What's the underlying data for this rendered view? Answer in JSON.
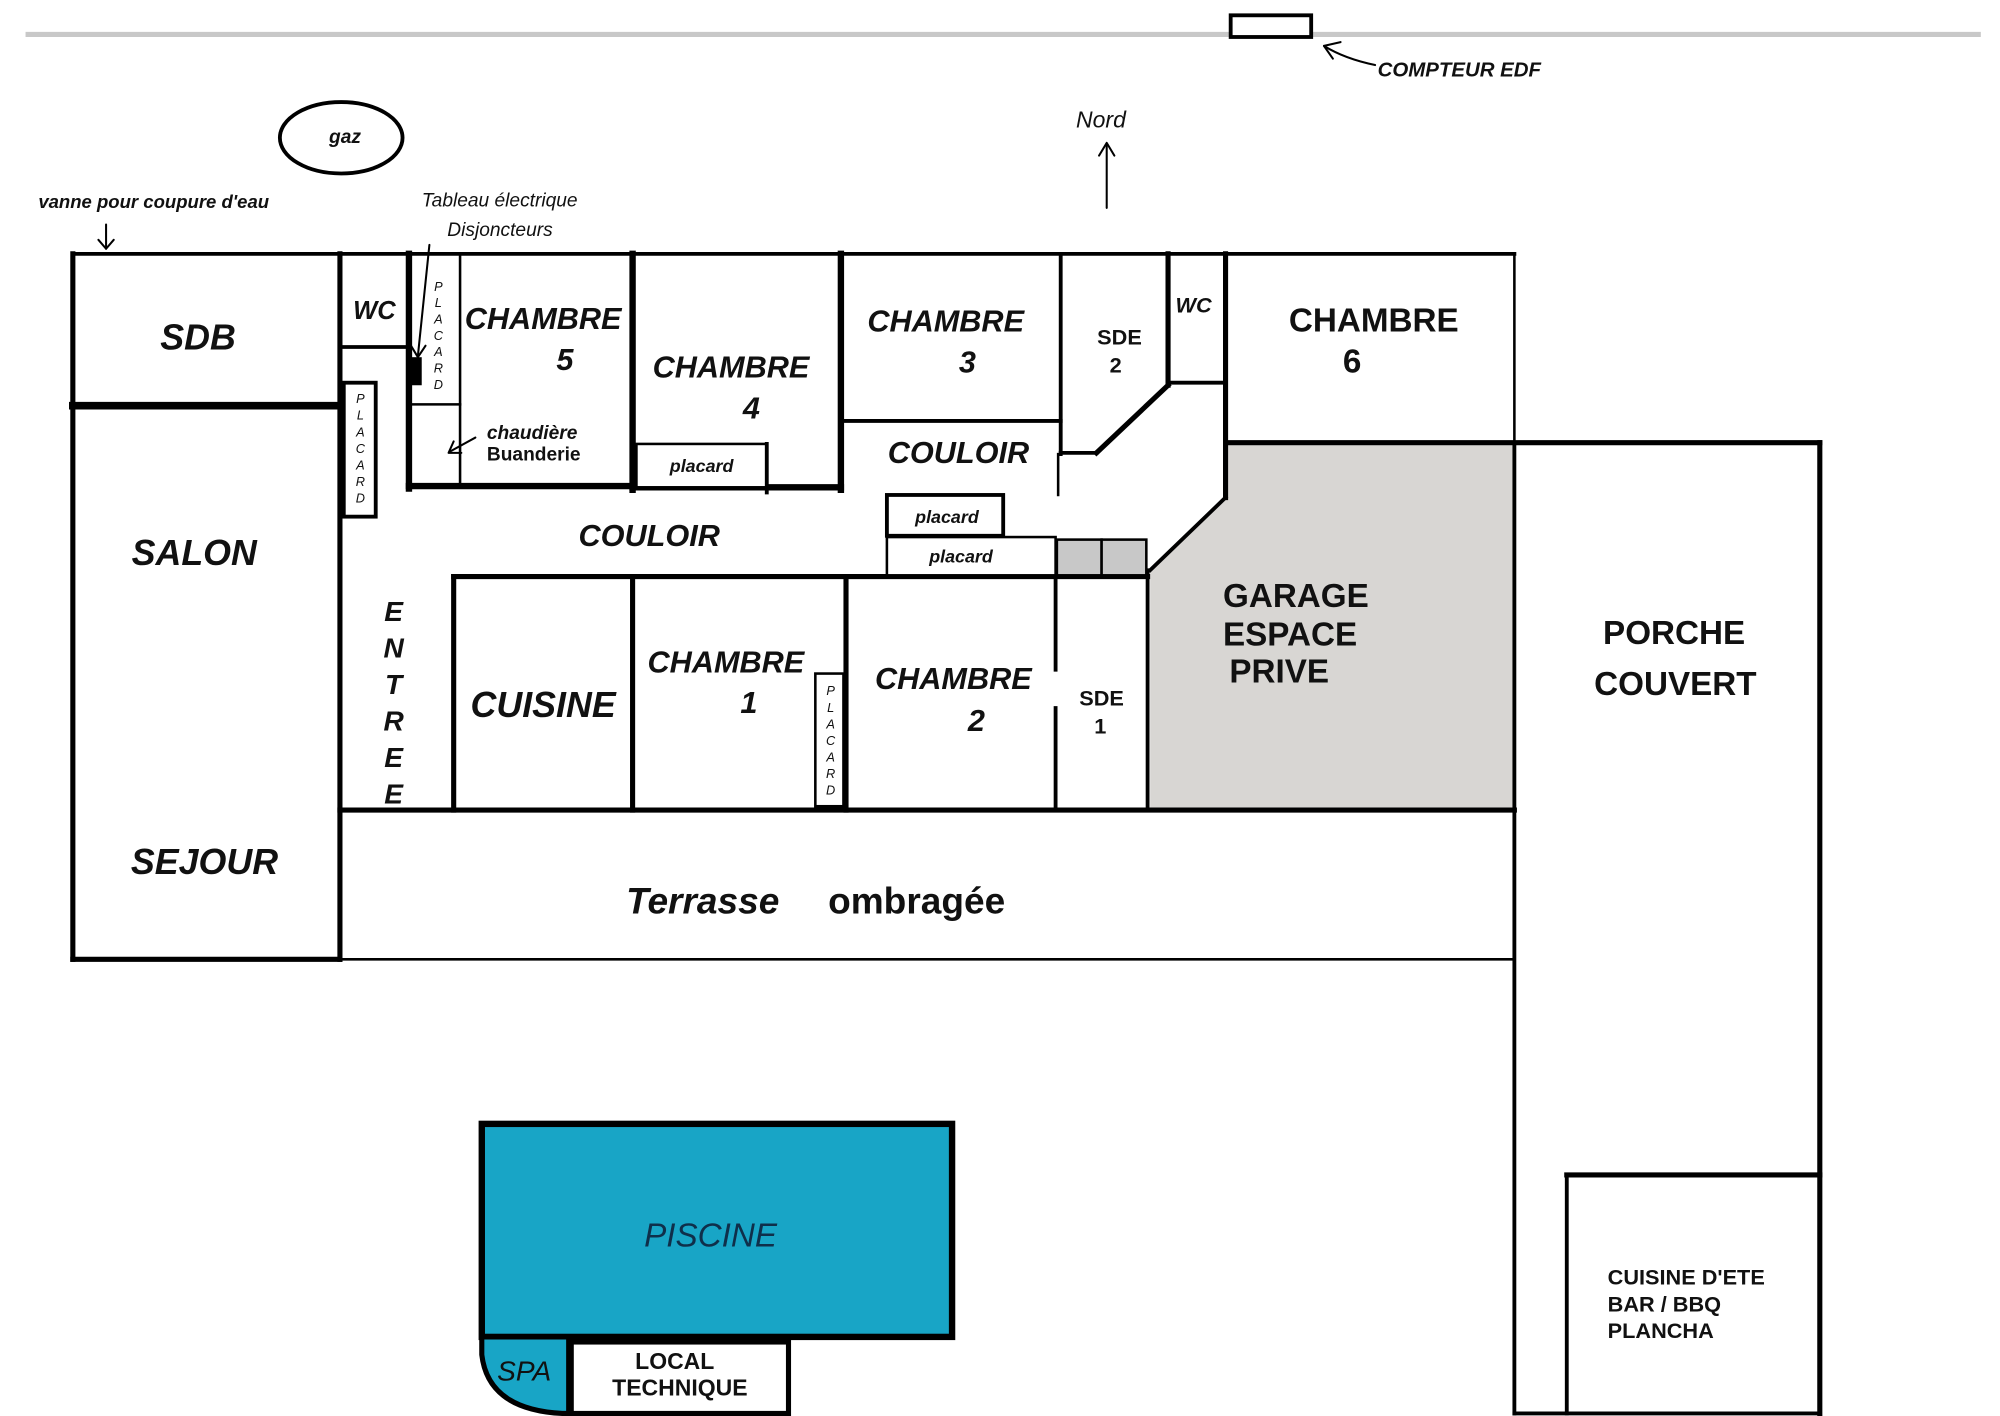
{
  "site": {
    "meter_label": "COMPTEUR EDF",
    "gas_label": "gaz",
    "water_valve_label": "vanne pour coupure d'eau",
    "electrical_panel": [
      "Tableau électrique",
      "Disjoncteurs"
    ],
    "north_label": "Nord"
  },
  "rooms": {
    "sdb": "SDB",
    "wc_1": "WC",
    "placard_1": "PLACARD",
    "placard_2": "PLACARD",
    "chambre_5": [
      "CHAMBRE",
      "5"
    ],
    "chaudiere": [
      "chaudière",
      "Buanderie"
    ],
    "chambre_4": [
      "CHAMBRE",
      "4"
    ],
    "placard_ch4": "placard",
    "chambre_3": [
      "CHAMBRE",
      "3"
    ],
    "couloir_1": "COULOIR",
    "sde_2": [
      "SDE",
      "2"
    ],
    "wc_2": "WC",
    "chambre_6": [
      "CHAMBRE",
      "6"
    ],
    "salon": "SALON",
    "sejour": "SEJOUR",
    "couloir_2": "COULOIR",
    "placard_mid_1": "placard",
    "placard_mid_2": "placard",
    "entree": "ENTREE",
    "cuisine": "CUISINE",
    "chambre_1": [
      "CHAMBRE",
      "1"
    ],
    "placard_ch1": "PLACARD",
    "chambre_2": [
      "CHAMBRE",
      "2"
    ],
    "sde_1": [
      "SDE",
      "1"
    ],
    "garage": [
      "GARAGE",
      "ESPACE",
      "PRIVE"
    ],
    "porche": [
      "PORCHE",
      "COUVERT"
    ],
    "terrasse": [
      "Terrasse",
      "ombragée"
    ],
    "cuisine_ete": [
      "CUISINE D'ETE",
      "BAR / BBQ",
      "PLANCHA"
    ]
  },
  "outdoor": {
    "piscine": "PISCINE",
    "spa": "SPA",
    "local_technique": [
      "LOCAL",
      "TECHNIQUE"
    ]
  },
  "colors": {
    "pool": "#18a5c6",
    "pool_label": "#0f2f4a",
    "garage": "#d8d6d3",
    "closet": "#c8c8c8",
    "boundary": "#c8c8c8"
  }
}
